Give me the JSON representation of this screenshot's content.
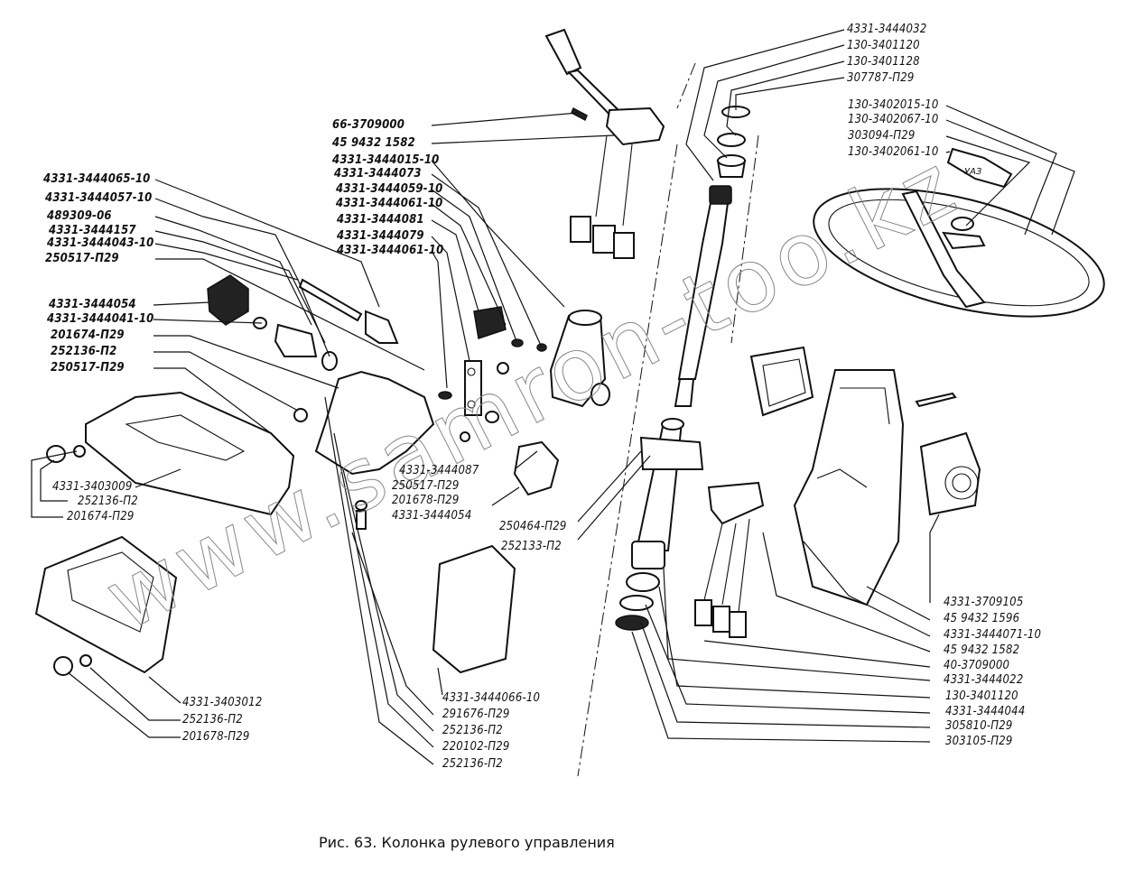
{
  "figure": {
    "caption": "Рис. 63. Колонка рулевого управления",
    "watermark": "www.samron-too.kz"
  },
  "labels": {
    "top_right_group": [
      "4331-3444032",
      "130-3401120",
      "130-3401128",
      "307787-П29"
    ],
    "steering_wheel_group": [
      "130-3402015-10",
      "130-3402067-10",
      "303094-П29",
      "130-3402061-10"
    ],
    "center_top_group": [
      "66-3709000",
      "45 9432 1582",
      "4331-3444015-10",
      "4331-3444073",
      "4331-3444059-10",
      "4331-3444061-10",
      "4331-3444081",
      "4331-3444079",
      "4331-3444061-10"
    ],
    "left_group_a": [
      "4331-3444065-10",
      "4331-3444057-10",
      "489309-06",
      "4331-3444157",
      "4331-3444043-10",
      "250517-П29"
    ],
    "left_group_b": [
      "4331-3444054",
      "4331-3444041-10",
      "201674-П29",
      "252136-П2",
      "250517-П29"
    ],
    "left_cover_group": [
      "4331-3403009",
      "252136-П2",
      "201674-П29"
    ],
    "bottom_left_group": [
      "4331-3403012",
      "252136-П2",
      "201678-П29"
    ],
    "center_mid_group": [
      "4331-3444087",
      "250517-П29",
      "201678-П29",
      "4331-3444054"
    ],
    "column_clamp_group": [
      "250464-П29",
      "252133-П2"
    ],
    "bottom_center_group": [
      "4331-3444066-10",
      "291676-П29",
      "252136-П2",
      "220102-П29",
      "252136-П2"
    ],
    "right_bottom_group": [
      "4331-3709105",
      "45 9432 1596",
      "4331-3444071-10",
      "45 9432 1582",
      "40-3709000",
      "4331-3444022",
      "130-3401120",
      "4331-3444044",
      "305810-П29",
      "303105-П29"
    ]
  }
}
